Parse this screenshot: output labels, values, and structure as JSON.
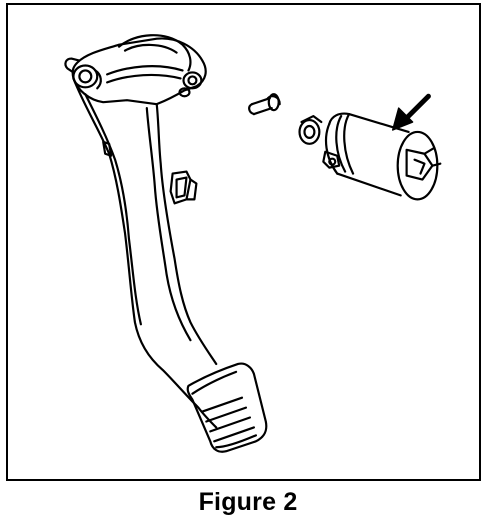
{
  "figure": {
    "caption": "Figure 2"
  },
  "colors": {
    "line": "#000000",
    "background": "#ffffff"
  },
  "parts": [
    {
      "name": "pedal-arm"
    },
    {
      "name": "pivot-bolt"
    },
    {
      "name": "pedal-pad"
    },
    {
      "name": "retaining-pin"
    },
    {
      "name": "position-switch"
    },
    {
      "name": "indicator-arrow"
    }
  ]
}
